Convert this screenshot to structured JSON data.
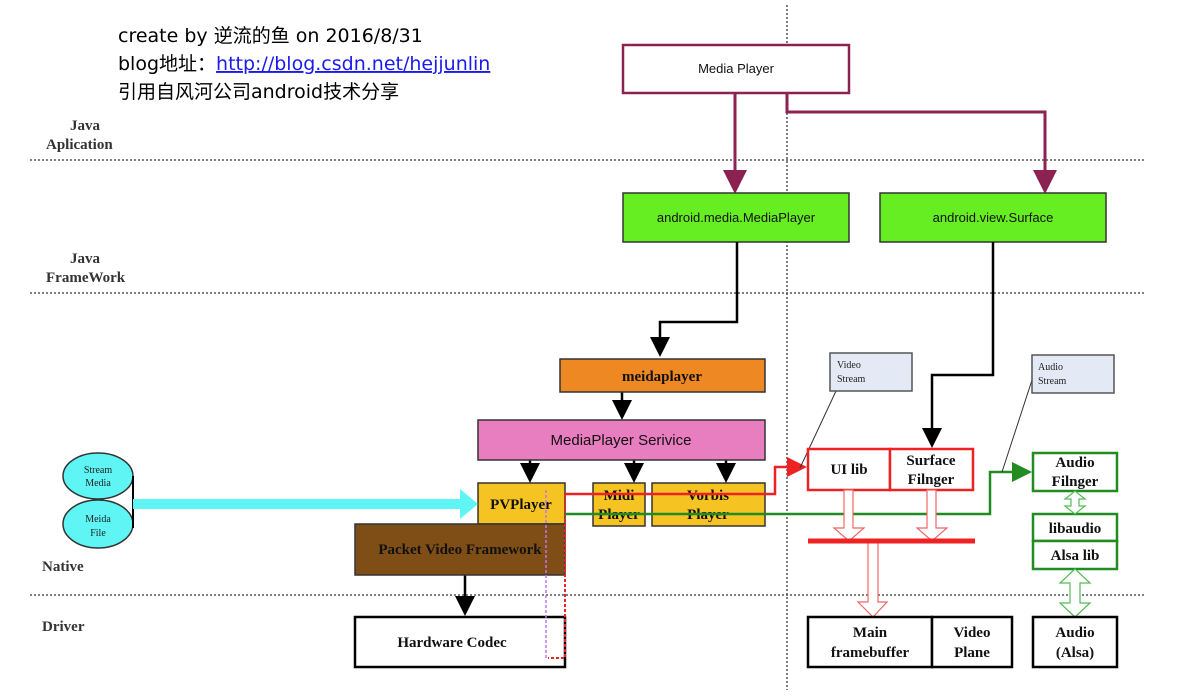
{
  "header": {
    "line1": "create by 逆流的鱼 on 2016/8/31",
    "line2_prefix": "blog地址：",
    "line2_link": "http://blog.csdn.net/hejjunlin",
    "line3": "引用自风河公司android技术分享"
  },
  "layers": {
    "java_app": [
      "Java",
      "Aplication"
    ],
    "java_framework": [
      "Java",
      "FrameWork"
    ],
    "native": "Native",
    "driver": "Driver"
  },
  "boxes": {
    "media_player": "Media Player",
    "android_media_player": "android.media.MediaPlayer",
    "android_view_surface": "android.view.Surface",
    "meidaplayer": "meidaplayer",
    "mediaplayer_service": "MediaPlayer Serivice",
    "pvplayer": "PVPlayer",
    "midi_player": [
      "Midi",
      "Player"
    ],
    "vorbis_player": [
      "Vorbis",
      "Player"
    ],
    "packet_video_framework": "Packet Video Framework",
    "hardware_codec": "Hardware Codec",
    "stream_media": [
      "Stream",
      "Media"
    ],
    "media_file": [
      "Meida",
      "File"
    ],
    "video_stream": [
      "Video",
      "Stream"
    ],
    "audio_stream": [
      "Audio",
      "Stream"
    ],
    "ui_lib": "UI lib",
    "surface_flinger": [
      "Surface",
      "Filnger"
    ],
    "audio_flinger": [
      "Audio",
      "Filnger"
    ],
    "libaudio": "libaudio",
    "alsa_lib": "Alsa lib",
    "main_framebuffer": [
      "Main",
      "framebuffer"
    ],
    "video_plane": [
      "Video",
      "Plane"
    ],
    "audio_alsa": [
      "Audio",
      "(Alsa)"
    ]
  },
  "colors": {
    "java_app_border": "#8b2252",
    "java_framework_fill": "#66ee22",
    "meidaplayer_fill": "#ee8822",
    "service_fill": "#e87dbf",
    "player_fill": "#f5c322",
    "pv_framework_fill": "#7f4e16",
    "media_source_fill": "#5ff5f5",
    "video_path": "#ee2222",
    "audio_path": "#228b22",
    "callout_fill": "#e3eaf6"
  }
}
